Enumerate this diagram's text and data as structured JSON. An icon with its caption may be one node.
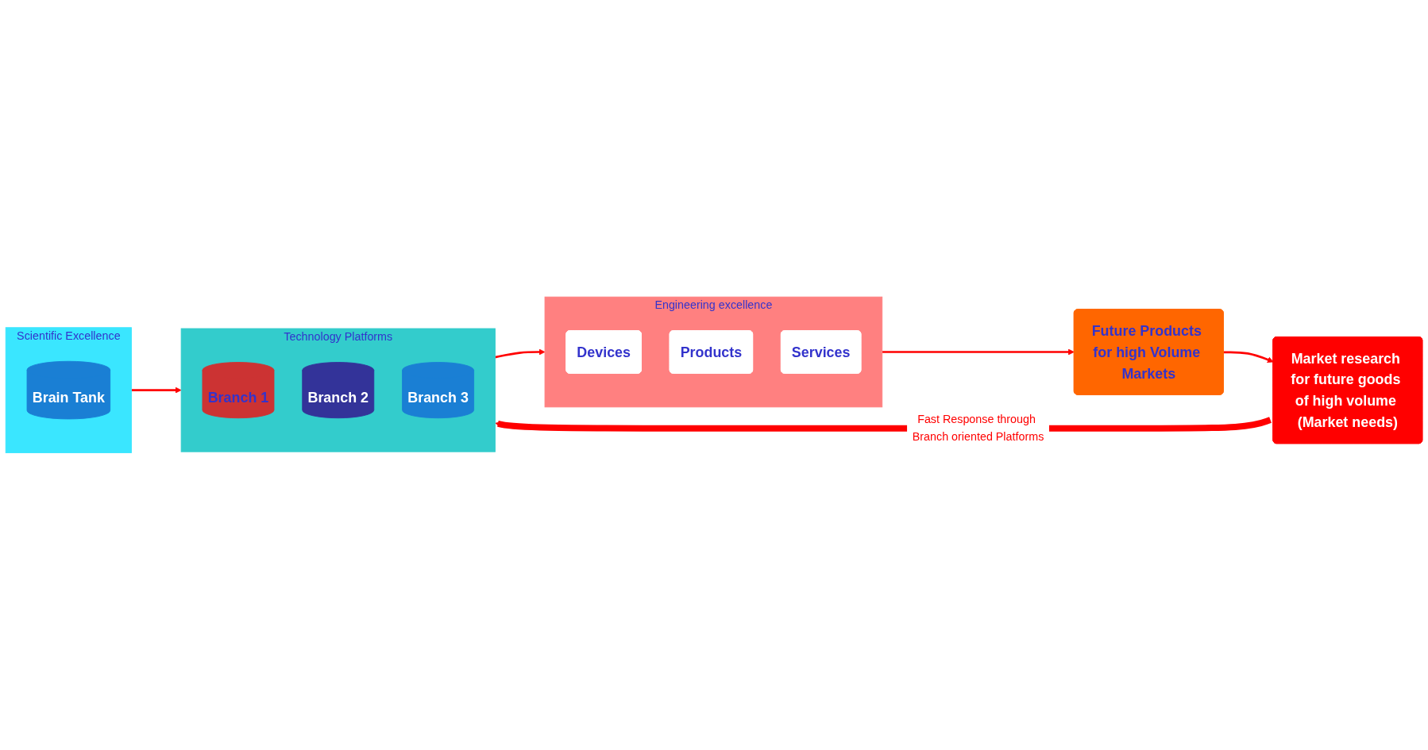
{
  "diagram": {
    "nodes": [
      {
        "text": [
          "Scientific Excellence"
        ]
      },
      {
        "text": [
          "Brain Tank"
        ],
        "in": 0
      },
      {
        "text": [
          "Technology Platforms"
        ]
      },
      {
        "text": [
          "Branch 1"
        ],
        "in": 2
      },
      {
        "text": [
          "Branch 2"
        ],
        "in": 2
      },
      {
        "text": [
          "Branch 3"
        ],
        "in": 2
      },
      {
        "text": [
          "Engineering excellence"
        ]
      },
      {
        "text": [
          "Devices"
        ],
        "in": 6
      },
      {
        "text": [
          "Products"
        ],
        "in": 6
      },
      {
        "text": [
          "Services"
        ],
        "in": 6
      },
      {
        "text": [
          "Future Products for high Volume Markets"
        ]
      },
      {
        "text": [
          "Market research for future goods of high volume (Market needs)"
        ]
      }
    ],
    "edges": [
      {
        "from": 0,
        "to": 2,
        "arrow": "to"
      },
      {
        "from": 2,
        "to": 6,
        "arrow": "to"
      },
      {
        "from": 6,
        "to": 10,
        "arrow": "to"
      },
      {
        "from": 10,
        "to": 11,
        "arrow": "to"
      },
      {
        "from": 11,
        "to": 2,
        "arrow": "to",
        "label": "Fast Response through Branch oriented Platforms",
        "style": "thick"
      }
    ]
  }
}
